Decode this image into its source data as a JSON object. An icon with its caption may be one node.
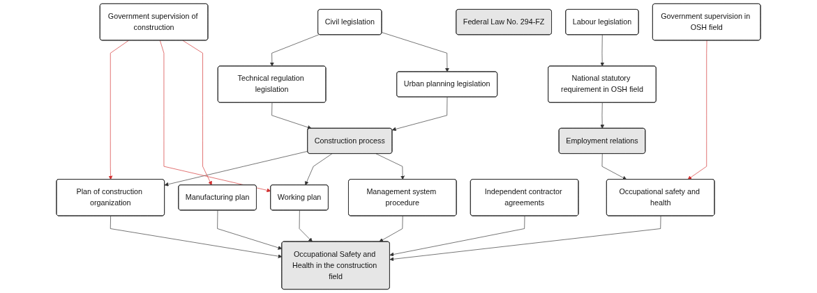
{
  "diagram": {
    "nodes": [
      {
        "text": [
          "Government supervision of construction"
        ]
      },
      {
        "text": [
          "Civil legislation"
        ]
      },
      {
        "text": [
          "Technical regulation legislation"
        ]
      },
      {
        "text": [
          "Urban planning legislation"
        ]
      },
      {
        "text": [
          "Construction process"
        ]
      },
      {
        "text": [
          "Plan of construction organization"
        ]
      },
      {
        "text": [
          "Working plan"
        ]
      },
      {
        "text": [
          "Manufacturing plan"
        ]
      },
      {
        "text": [
          "Management system procedure"
        ]
      },
      {
        "text": [
          "Independent contractor agreements"
        ]
      },
      {
        "text": [
          "Federal Law No. 294-FZ"
        ]
      },
      {
        "text": [
          "Government supervision in OSH field"
        ]
      },
      {
        "text": [
          "Labour legislation"
        ]
      },
      {
        "text": [
          "National statutory requirement in OSH field"
        ]
      },
      {
        "text": [
          "Employment relations"
        ]
      },
      {
        "text": [
          "Occupational safety and health"
        ]
      },
      {
        "text": [
          "Occupational Safety and Health in the construction field"
        ]
      }
    ],
    "edges": [
      {
        "from": 1,
        "to": 2,
        "arrow": "to"
      },
      {
        "from": 1,
        "to": 3,
        "arrow": "to"
      },
      {
        "from": 2,
        "to": 4,
        "arrow": "to"
      },
      {
        "from": 3,
        "to": 4,
        "arrow": "to"
      },
      {
        "from": 0,
        "to": 5,
        "arrow": "to",
        "color": "#d32f2f"
      },
      {
        "from": 4,
        "to": 5,
        "arrow": "to"
      },
      {
        "from": 0,
        "to": 6,
        "arrow": "to",
        "color": "#d32f2f"
      },
      {
        "from": 4,
        "to": 6,
        "arrow": "to"
      },
      {
        "from": 0,
        "to": 7,
        "arrow": "to",
        "color": "#d32f2f"
      },
      {
        "from": 4,
        "to": 8,
        "arrow": "to"
      },
      {
        "from": 5,
        "to": 16,
        "arrow": "to"
      },
      {
        "from": 6,
        "to": 16,
        "arrow": "to"
      },
      {
        "from": 7,
        "to": 16,
        "arrow": "to"
      },
      {
        "from": 8,
        "to": 16,
        "arrow": "to"
      },
      {
        "from": 9,
        "to": 16,
        "arrow": "to"
      },
      {
        "from": 12,
        "to": 13,
        "arrow": "to"
      },
      {
        "from": 13,
        "to": 14,
        "arrow": "to"
      },
      {
        "from": 14,
        "to": 15,
        "arrow": "to"
      },
      {
        "from": 11,
        "to": 15,
        "arrow": "to",
        "color": "#d32f2f"
      },
      {
        "from": 15,
        "to": 16,
        "arrow": "to"
      }
    ]
  }
}
